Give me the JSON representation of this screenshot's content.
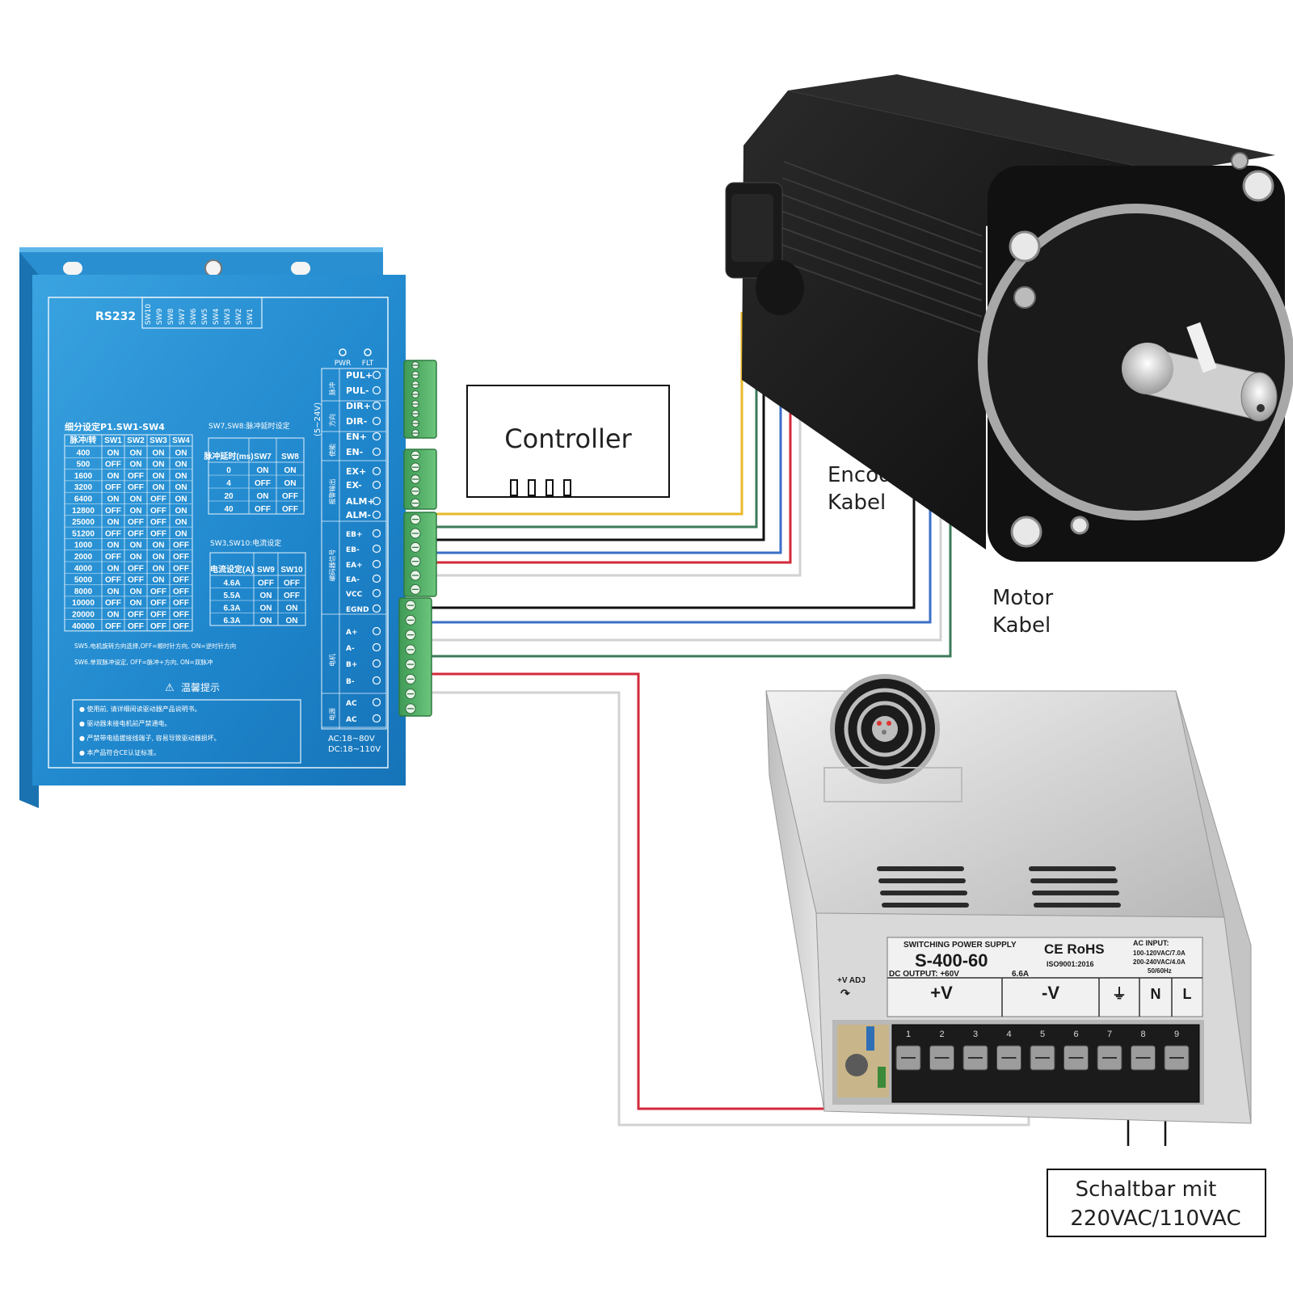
{
  "labels": {
    "controller": "Controller",
    "encoder_cable": [
      "Encoder",
      "Kabel"
    ],
    "motor_cable": [
      "Motor",
      "Kabel"
    ],
    "mains": [
      "Schaltbar mit",
      "220VAC/110VAC"
    ]
  },
  "driver": {
    "rs232": "RS232",
    "switches": [
      "SW10",
      "SW9",
      "SW8",
      "SW7",
      "SW6",
      "SW5",
      "SW4",
      "SW3",
      "SW2",
      "SW1"
    ],
    "leds": [
      "PWR",
      "FLT"
    ],
    "voltage_range": "(5~24V)",
    "subdivision_title": "细分设定P1.SW1-SW4",
    "subdivision_headers": [
      "脉冲/转",
      "SW1",
      "SW2",
      "SW3",
      "SW4"
    ],
    "subdivision_rows": [
      [
        "400",
        "ON",
        "ON",
        "ON",
        "ON"
      ],
      [
        "500",
        "OFF",
        "ON",
        "ON",
        "ON"
      ],
      [
        "1600",
        "ON",
        "OFF",
        "ON",
        "ON"
      ],
      [
        "3200",
        "OFF",
        "OFF",
        "ON",
        "ON"
      ],
      [
        "6400",
        "ON",
        "ON",
        "OFF",
        "ON"
      ],
      [
        "12800",
        "OFF",
        "ON",
        "OFF",
        "ON"
      ],
      [
        "25000",
        "ON",
        "OFF",
        "OFF",
        "ON"
      ],
      [
        "51200",
        "OFF",
        "OFF",
        "OFF",
        "ON"
      ],
      [
        "1000",
        "ON",
        "ON",
        "ON",
        "OFF"
      ],
      [
        "2000",
        "OFF",
        "ON",
        "ON",
        "OFF"
      ],
      [
        "4000",
        "ON",
        "OFF",
        "ON",
        "OFF"
      ],
      [
        "5000",
        "OFF",
        "OFF",
        "ON",
        "OFF"
      ],
      [
        "8000",
        "ON",
        "ON",
        "OFF",
        "OFF"
      ],
      [
        "10000",
        "OFF",
        "ON",
        "OFF",
        "OFF"
      ],
      [
        "20000",
        "ON",
        "OFF",
        "OFF",
        "OFF"
      ],
      [
        "40000",
        "OFF",
        "OFF",
        "OFF",
        "OFF"
      ]
    ],
    "delay_title": "SW7,SW8:脉冲延时设定",
    "delay_headers": [
      "脉冲延时(ms)",
      "SW7",
      "SW8"
    ],
    "delay_rows": [
      [
        "0",
        "ON",
        "ON"
      ],
      [
        "4",
        "OFF",
        "ON"
      ],
      [
        "20",
        "ON",
        "OFF"
      ],
      [
        "40",
        "OFF",
        "OFF"
      ]
    ],
    "current_title": "SW3,SW10:电流设定",
    "current_headers": [
      "电流设定(A)",
      "SW9",
      "SW10"
    ],
    "current_rows": [
      [
        "4.6A",
        "OFF",
        "OFF"
      ],
      [
        "5.5A",
        "ON",
        "OFF"
      ],
      [
        "6.3A",
        "ON",
        "ON"
      ],
      [
        "6.3A",
        "ON",
        "ON"
      ]
    ],
    "note_sw5": "SW5.电机旋转方向选择,OFF=顺时针方向, ON=逆时针方向",
    "note_sw6": "SW6.单双脉冲设定, OFF=脉冲+方向, ON=双脉冲",
    "warning_title": "温馨提示",
    "warnings": [
      "使用前, 请详细阅读驱动器产品说明书。",
      "驱动器未接电机前严禁通电。",
      "严禁带电插拔接线端子, 容易导致驱动器损坏。",
      "本产品符合CE认证标准。"
    ],
    "terminal_groups": [
      "脉冲",
      "方向",
      "使能",
      "报警输出",
      "编码器信号",
      "电机",
      "电源"
    ],
    "terminals": [
      "PUL+",
      "PUL-",
      "DIR+",
      "DIR-",
      "EN+",
      "EN-",
      "EX+",
      "EX-",
      "ALM+",
      "ALM-",
      "EB+",
      "EB-",
      "EA+",
      "EA-",
      "VCC",
      "EGND",
      "A+",
      "A-",
      "B+",
      "B-",
      "AC",
      "AC"
    ],
    "power_spec": [
      "AC:18~80V",
      "DC:18~110V"
    ]
  },
  "psu": {
    "heading": "SWITCHING POWER SUPPLY",
    "model": "S-400-60",
    "cert": "CE RoHS",
    "iso": "ISO9001:2016",
    "dc_output": "DC OUTPUT: +60V",
    "dc_current": "6.6A",
    "ac_input": [
      "AC INPUT:",
      "100-120VAC/7.0A",
      "200-240VAC/4.0A",
      "50/60Hz"
    ],
    "adj": "+V ADJ",
    "terminal_labels": [
      "+V",
      "-V",
      "⏚",
      "N",
      "L"
    ],
    "terminal_numbers": [
      "1",
      "2",
      "3",
      "4",
      "5",
      "6",
      "7",
      "8",
      "9"
    ]
  },
  "colors": {
    "driver_blue": "#2a8fd0",
    "wire_yellow": "#e8b92a",
    "wire_green": "#3c7a5a",
    "wire_black": "#111111",
    "wire_blue": "#3a6fc8",
    "wire_red": "#d3283a",
    "wire_white": "#cfcfcf"
  }
}
